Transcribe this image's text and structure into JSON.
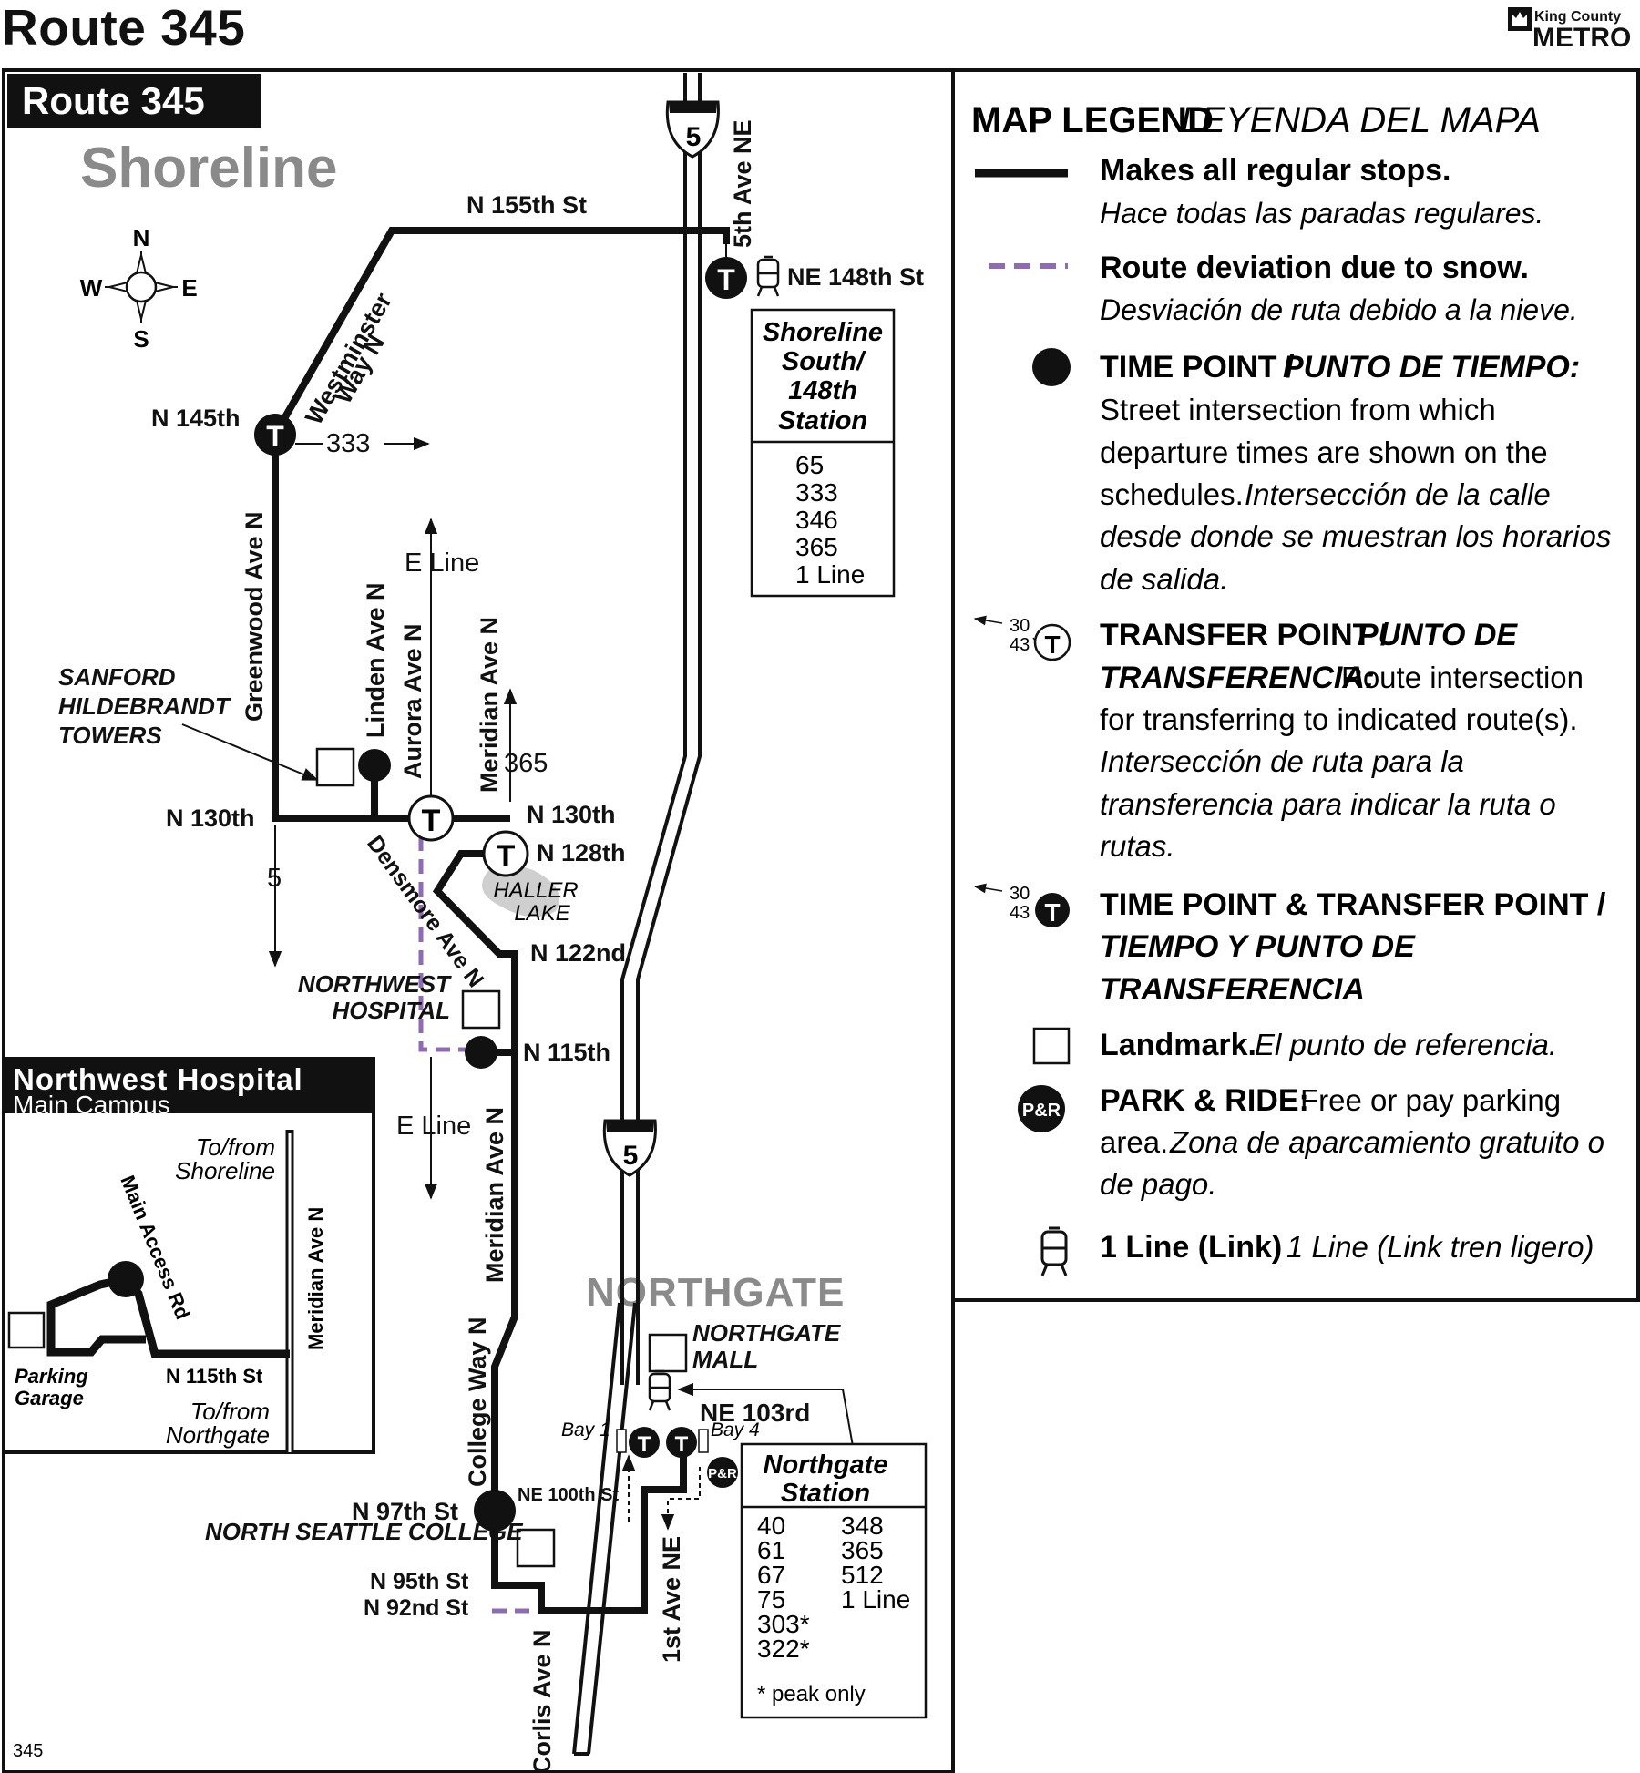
{
  "header": {
    "title": "Route 345",
    "logo_top": "King County",
    "logo_bottom": "METRO"
  },
  "map": {
    "route_badge": "Route 345",
    "area_shoreline": "Shoreline",
    "area_northgate": "NORTHGATE",
    "compass": {
      "n": "N",
      "s": "S",
      "e": "E",
      "w": "W"
    },
    "page_number": "345",
    "streets": {
      "n155": "N 155th St",
      "fifth_ave": "5th Ave NE",
      "ne148": "NE 148th St",
      "westminster1": "Westminster",
      "westminster2": "Way N",
      "n145": "N 145th",
      "greenwood": "Greenwood Ave N",
      "linden": "Linden Ave N",
      "aurora": "Aurora Ave N",
      "meridian_top": "Meridian Ave N",
      "n130_left": "N 130th",
      "n130_right": "N 130th",
      "n128": "N 128th",
      "densmore": "Densmore Ave N",
      "n122": "N 122nd",
      "n115": "N 115th",
      "meridian_bottom": "Meridian Ave N",
      "college": "College Way N",
      "n97": "N 97th St",
      "ne100": "NE 100th St",
      "n95": "N 95th St",
      "n92": "N 92nd St",
      "corlis": "Corlis Ave N",
      "first_ave": "1st Ave NE",
      "ne103": "NE 103rd"
    },
    "routes": {
      "r333": "333",
      "e_line_top": "E Line",
      "r365": "365",
      "r5": "5",
      "e_line_bottom": "E Line"
    },
    "freeway_shield": "5",
    "lake": [
      "HALLER",
      "LAKE"
    ],
    "landmarks": {
      "sanford": [
        "SANFORD",
        "HILDEBRANDT",
        "TOWERS"
      ],
      "northwest_hospital": [
        "NORTHWEST",
        "HOSPITAL"
      ],
      "nsc": "NORTH SEATTLE COLLEGE",
      "northgate_mall": [
        "NORTHGATE",
        "MALL"
      ]
    },
    "bays": {
      "bay1": "Bay 1",
      "bay4": "Bay 4"
    },
    "pr_badge": "P&R",
    "transfer_letter": "T",
    "shoreline_station": {
      "title": [
        "Shoreline",
        "South/",
        "148th",
        "Station"
      ],
      "routes": [
        "65",
        "333",
        "346",
        "365",
        "1 Line"
      ]
    },
    "northgate_station": {
      "title": [
        "Northgate",
        "Station"
      ],
      "col1": [
        "40",
        "61",
        "67",
        "75",
        "303*",
        "322*"
      ],
      "col2": [
        "348",
        "365",
        "512",
        "1 Line"
      ],
      "note": "* peak only"
    },
    "inset": {
      "title": "Northwest Hospital",
      "subtitle": "Main Campus",
      "to_shoreline": [
        "To/from",
        "Shoreline"
      ],
      "to_northgate": [
        "To/from",
        "Northgate"
      ],
      "meridian": "Meridian Ave N",
      "main_access": "Main Access Rd",
      "n115": "N 115th St",
      "parking": [
        "Parking",
        "Garage"
      ]
    }
  },
  "legend": {
    "title": "MAP LEGEND",
    "title_es": "LEYENDA DEL MAPA",
    "sample_routes_top": "30",
    "sample_routes_bottom": "43",
    "items": {
      "regular": {
        "en": "Makes all regular stops.",
        "es": "Hace todas las paradas regulares."
      },
      "snow": {
        "en": "Route deviation due to snow.",
        "es": "Desviación de ruta debido a la nieve."
      },
      "timepoint": {
        "head_en": "TIME POINT / ",
        "head_es": "PUNTO DE TIEMPO:",
        "lines": [
          "Street intersection from which",
          "departure times are shown on the",
          "schedules. "
        ],
        "es_lines": [
          "Intersección de la calle",
          "desde donde se muestran los horarios",
          "de salida."
        ]
      },
      "transfer": {
        "head_en": "TRANSFER POINT / ",
        "head_es1": "PUNTO DE",
        "head_es2": "TRANSFERENCIA:",
        "lines": [
          "Route intersection",
          "for transferring to indicated route(s)."
        ],
        "es_lines": [
          "Intersección de ruta para la",
          "transferencia para indicar la ruta o",
          "rutas."
        ]
      },
      "both": {
        "head1": "TIME POINT & TRANSFER POINT /",
        "head2": "TIEMPO Y PUNTO DE",
        "head3": "TRANSFERENCIA"
      },
      "landmark": {
        "en": "Landmark.",
        "es": "El punto de referencia."
      },
      "park_ride": {
        "head": "PARK & RIDE:",
        "line1": "Free or pay parking",
        "line2a": "area. ",
        "line2b": "Zona de aparcamiento gratuito o",
        "line3": "de pago."
      },
      "link": {
        "en": "1 Line (Link)",
        "es": "1 Line (Link tren ligero)"
      }
    }
  },
  "colors": {
    "route": "#111111",
    "snow": "#8e6bb3",
    "area_gray": "#8a8a8a",
    "lake": "#cfcfcf"
  }
}
